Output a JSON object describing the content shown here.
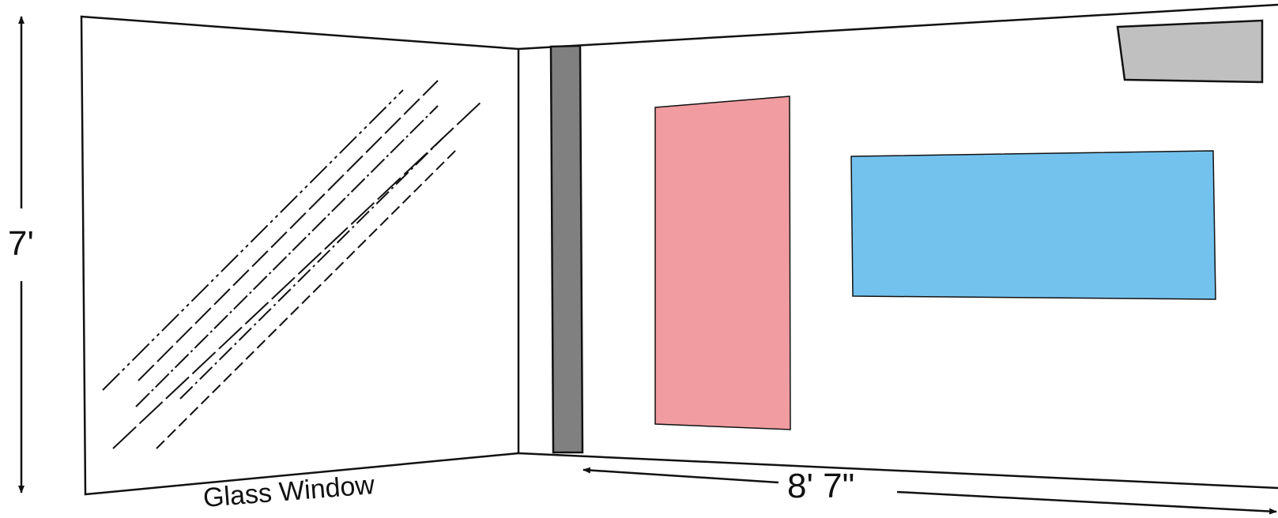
{
  "diagram": {
    "height_dimension": {
      "label": "7'"
    },
    "width_dimension": {
      "label": "8' 7\""
    },
    "window": {
      "label": "Glass Window"
    },
    "colors": {
      "outline": "#111111",
      "post_fill": "#808080",
      "pink_panel": "#F09CA0",
      "blue_panel": "#73C2EE",
      "gray_panel": "#C0C0C0",
      "background": "#FFFFFF"
    }
  }
}
